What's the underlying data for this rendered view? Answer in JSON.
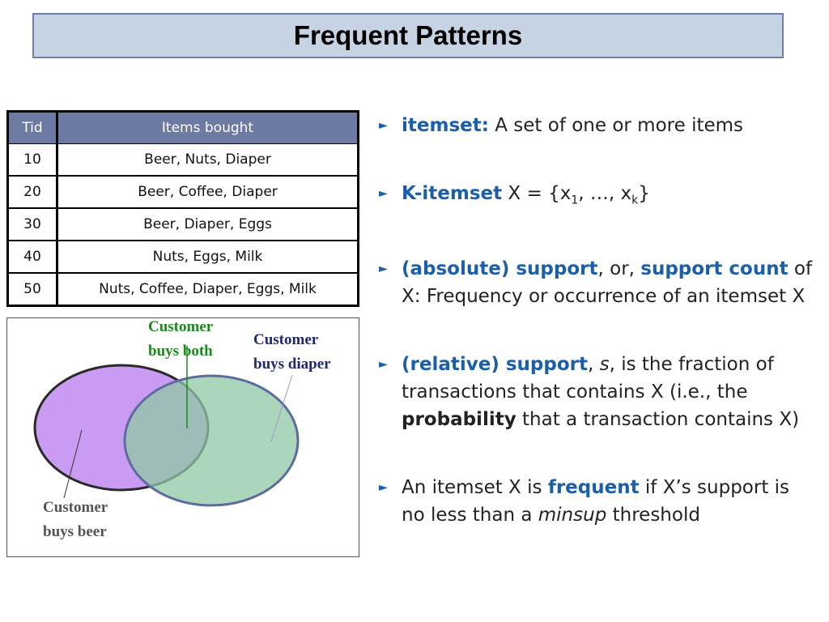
{
  "title": "Frequent Patterns",
  "table": {
    "headers": [
      "Tid",
      "Items bought"
    ],
    "rows": [
      {
        "tid": "10",
        "items": "Beer, Nuts, Diaper"
      },
      {
        "tid": "20",
        "items": "Beer, Coffee, Diaper"
      },
      {
        "tid": "30",
        "items": "Beer, Diaper, Eggs"
      },
      {
        "tid": "40",
        "items": "Nuts, Eggs, Milk"
      },
      {
        "tid": "50",
        "items": "Nuts, Coffee, Diaper, Eggs, Milk"
      }
    ]
  },
  "venn": {
    "both_label_1": "Customer",
    "both_label_2": "buys both",
    "diaper_label_1": "Customer",
    "diaper_label_2": "buys diaper",
    "beer_label_1": "Customer",
    "beer_label_2": "buys beer",
    "colors": {
      "beer": "#c99bf2",
      "diaper": "#8fc8a6",
      "both_text": "#1a8a1a",
      "diaper_text": "#1f2a6e",
      "beer_text": "#555555"
    }
  },
  "bullets": {
    "b1": {
      "term": "itemset:",
      "text": " A set of one or more items"
    },
    "b2": {
      "term": "K-itemset",
      "pre": " X = {x",
      "sub1": "1",
      "mid": ", …, x",
      "sub2": "k",
      "post": "}"
    },
    "b3": {
      "term1": "(absolute) support",
      "mid": ", or, ",
      "term2": "support count",
      "text": "of X: Frequency or occurrence of an itemset X"
    },
    "b4": {
      "term": "(relative) support",
      "comma": ", ",
      "s": "s",
      "text1": ", is the fraction of transactions that contains X (i.e., the ",
      "bold": "probability",
      "text2": " that a transaction contains X)"
    },
    "b5": {
      "pre": "An itemset X is ",
      "term": "frequent",
      "mid": " if X’s support is no less than a ",
      "italic": "minsup",
      "post": " threshold"
    }
  }
}
